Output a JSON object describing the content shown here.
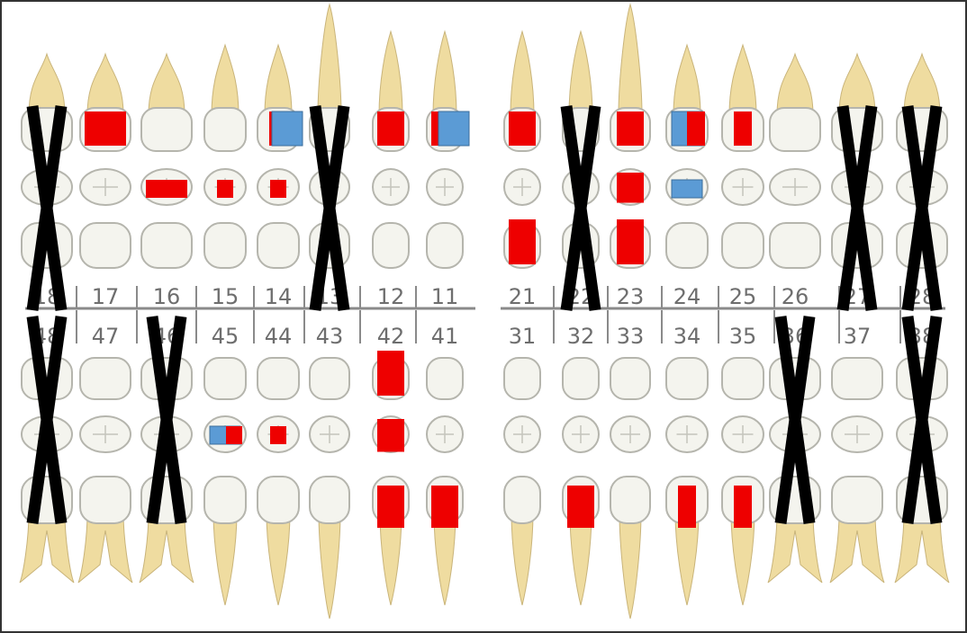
{
  "chart": {
    "upper_right": [
      "18",
      "17",
      "16",
      "15",
      "14",
      "13",
      "12",
      "11"
    ],
    "upper_left": [
      "21",
      "22",
      "23",
      "24",
      "25",
      "26",
      "27",
      "28"
    ],
    "lower_right": [
      "48",
      "47",
      "46",
      "45",
      "44",
      "43",
      "42",
      "41"
    ],
    "lower_left": [
      "31",
      "32",
      "33",
      "34",
      "35",
      "36",
      "37",
      "38"
    ],
    "missing_teeth": [
      "18",
      "13",
      "22",
      "27",
      "28",
      "48",
      "46",
      "36",
      "38"
    ],
    "markings": [
      {
        "tooth": "17",
        "surface": "buccal",
        "color": "red"
      },
      {
        "tooth": "16",
        "surface": "occlusal",
        "color": "red"
      },
      {
        "tooth": "15",
        "surface": "occlusal",
        "color": "red"
      },
      {
        "tooth": "14",
        "surface": "occlusal",
        "color": "red"
      },
      {
        "tooth": "14",
        "surface": "buccal",
        "color": "red"
      },
      {
        "tooth": "14",
        "surface": "buccal",
        "color": "blue"
      },
      {
        "tooth": "12",
        "surface": "buccal",
        "color": "red"
      },
      {
        "tooth": "11",
        "surface": "buccal",
        "color": "red"
      },
      {
        "tooth": "11",
        "surface": "buccal",
        "color": "blue"
      },
      {
        "tooth": "21",
        "surface": "buccal",
        "color": "red"
      },
      {
        "tooth": "21",
        "surface": "palatal",
        "color": "red"
      },
      {
        "tooth": "23",
        "surface": "buccal",
        "color": "red"
      },
      {
        "tooth": "23",
        "surface": "incisal",
        "color": "red"
      },
      {
        "tooth": "23",
        "surface": "palatal",
        "color": "red"
      },
      {
        "tooth": "24",
        "surface": "buccal",
        "color": "blue"
      },
      {
        "tooth": "24",
        "surface": "buccal",
        "color": "red"
      },
      {
        "tooth": "24",
        "surface": "occlusal",
        "color": "blue"
      },
      {
        "tooth": "25",
        "surface": "buccal",
        "color": "red"
      },
      {
        "tooth": "45",
        "surface": "occlusal",
        "color": "blue"
      },
      {
        "tooth": "45",
        "surface": "occlusal",
        "color": "red"
      },
      {
        "tooth": "44",
        "surface": "occlusal",
        "color": "red"
      },
      {
        "tooth": "42",
        "surface": "lingual",
        "color": "red"
      },
      {
        "tooth": "42",
        "surface": "incisal",
        "color": "red"
      },
      {
        "tooth": "42",
        "surface": "buccal",
        "color": "red"
      },
      {
        "tooth": "41",
        "surface": "buccal",
        "color": "red"
      },
      {
        "tooth": "32",
        "surface": "buccal",
        "color": "red"
      },
      {
        "tooth": "34",
        "surface": "buccal",
        "color": "red"
      },
      {
        "tooth": "35",
        "surface": "buccal",
        "color": "red"
      }
    ]
  },
  "colors": {
    "red": "#ee0000",
    "blue": "#5b9bd5",
    "cross": "#000000",
    "root": "#efdca0",
    "crown": "#f4f4ee",
    "outline": "#b5b5ad",
    "text": "#6e6e6e"
  }
}
